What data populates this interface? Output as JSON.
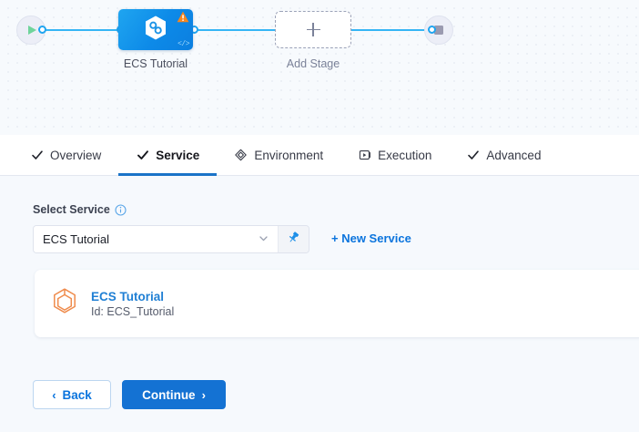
{
  "pipeline": {
    "start_node": {
      "icon": "play-icon",
      "name": "start-node"
    },
    "end_node": {
      "icon": "stop-icon",
      "name": "end-node"
    },
    "stage": {
      "label": "ECS Tutorial",
      "icon": "harness-service-icon",
      "badge_icon": "warning-triangle-icon",
      "code_icon": "code-brackets-icon"
    },
    "add_stage": {
      "label": "Add Stage",
      "icon": "plus-icon"
    }
  },
  "tabs": [
    {
      "label": "Overview",
      "icon": "check-icon",
      "active": false
    },
    {
      "label": "Service",
      "icon": "check-icon",
      "active": true
    },
    {
      "label": "Environment",
      "icon": "layers-icon",
      "active": false
    },
    {
      "label": "Execution",
      "icon": "play-box-icon",
      "active": false
    },
    {
      "label": "Advanced",
      "icon": "check-icon",
      "active": false
    }
  ],
  "form": {
    "select_service_label": "Select Service",
    "info_icon": "info-icon",
    "select_value": "ECS Tutorial",
    "chevron_icon": "chevron-down-icon",
    "pin_icon": "pin-icon",
    "new_service_label": "+ New Service"
  },
  "service_card": {
    "icon": "cube-hexagon-icon",
    "name": "ECS Tutorial",
    "id_text": "Id: ECS_Tutorial"
  },
  "footer": {
    "back_label": "Back",
    "back_arrow": "‹",
    "continue_label": "Continue",
    "continue_arrow": "›"
  },
  "colors": {
    "accent_blue": "#1472d3",
    "link_blue": "#0b74dd",
    "node_blue": "#1fa5f0",
    "connector_blue": "#36b5f5",
    "warning_orange": "#f6861f",
    "service_icon_orange": "#ef8b4c",
    "start_green": "#6fd49b",
    "canvas_bg": "#f7fafd",
    "body_bg": "#f6f9fd"
  }
}
